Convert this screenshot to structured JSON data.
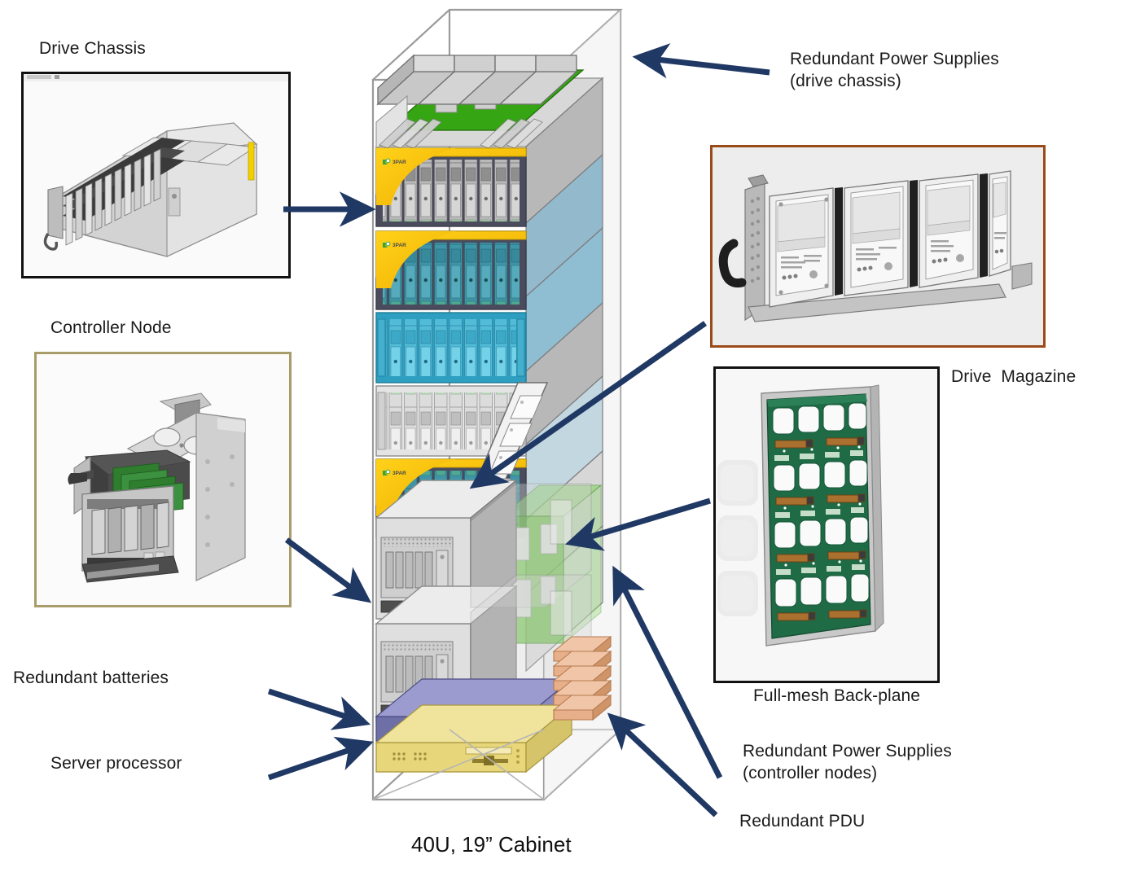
{
  "diagram": {
    "title_caption": "40U, 19” Cabinet",
    "brand_logo_text": "3PAR",
    "accent_arrow_color": "#1F3864",
    "cabinet_frame_color": "#9a9a9a",
    "drive_chassis_yellow": "#F2B800",
    "drive_chassis_teal": "#2E9FC0",
    "backplane_green": "#4CAF2A",
    "battery_purple": "#6F6FA8",
    "processor_yellow": "#E8D77A",
    "pdu_orange": "#E2A97E"
  },
  "labels": {
    "drive_chassis": "Drive Chassis",
    "controller_node": "Controller Node",
    "redundant_batteries": "Redundant batteries",
    "server_processor": "Server processor",
    "redundant_ps_drive_line1": "Redundant Power Supplies",
    "redundant_ps_drive_line2": "(drive chassis)",
    "drive_magazine": "Drive  Magazine",
    "full_mesh_backplane": "Full-mesh Back-plane",
    "redundant_ps_ctrl_line1": "Redundant Power Supplies",
    "redundant_ps_ctrl_line2": "(controller nodes)",
    "redundant_pdu": "Redundant PDU"
  },
  "photos": {
    "drive_chassis": {
      "alt": "Drive chassis sled with many vertical drive magazines",
      "border": "#111111"
    },
    "controller_node": {
      "alt": "Controller node sheet-metal enclosure with DIMMs and PCI cards",
      "border": "#a89c6a"
    },
    "drive_magazine": {
      "alt": "Drive magazine holding four hard disk drives",
      "border": "#9a4b19"
    },
    "backplane": {
      "alt": "Full-mesh green printed circuit backplane",
      "border": "#111111"
    }
  },
  "cabinet": {
    "units": [
      {
        "name": "Redundant power supplies (drive chassis)",
        "color": "#c9c9c9"
      },
      {
        "name": "Drive chassis 1",
        "color": "#4b4b5e"
      },
      {
        "name": "Drive chassis 2",
        "color": "#4b4b5e"
      },
      {
        "name": "Drive chassis 3",
        "color": "#2E9FC0"
      },
      {
        "name": "Drive chassis 4",
        "color": "#d7d7d7"
      },
      {
        "name": "Drive chassis 5",
        "color": "#4b4b5e"
      },
      {
        "name": "Controller nodes",
        "color": "#cfcfcf"
      },
      {
        "name": "Redundant batteries",
        "color": "#6F6FA8"
      },
      {
        "name": "Server processor",
        "color": "#E8D77A"
      },
      {
        "name": "Redundant PDU",
        "color": "#E2A97E"
      }
    ]
  }
}
